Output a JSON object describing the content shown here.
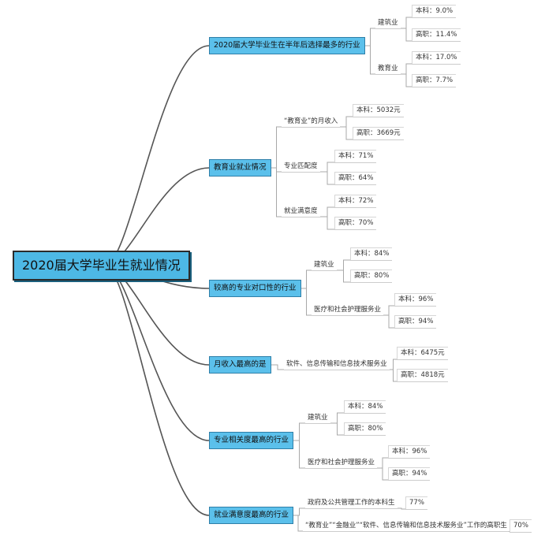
{
  "root": "2020届大学毕业生就业情况",
  "branches": [
    {
      "label": "2020届大学毕业生在半年后选择最多的行业",
      "children": [
        {
          "label": "建筑业",
          "children": [
            {
              "label": "本科：9.0%"
            },
            {
              "label": "高职：11.4%"
            }
          ]
        },
        {
          "label": "教育业",
          "children": [
            {
              "label": "本科：17.0%"
            },
            {
              "label": "高职：7.7%"
            }
          ]
        }
      ]
    },
    {
      "label": "教育业就业情况",
      "children": [
        {
          "label": "“教育业”的月收入",
          "children": [
            {
              "label": "本科：5032元"
            },
            {
              "label": "高职：3669元"
            }
          ]
        },
        {
          "label": "专业匹配度",
          "children": [
            {
              "label": "本科：71%"
            },
            {
              "label": "高职：64%"
            }
          ]
        },
        {
          "label": "就业满意度",
          "children": [
            {
              "label": "本科：72%"
            },
            {
              "label": "高职：70%"
            }
          ]
        }
      ]
    },
    {
      "label": "较高的专业对口性的行业",
      "children": [
        {
          "label": "建筑业",
          "children": [
            {
              "label": "本科：84%"
            },
            {
              "label": "高职：80%"
            }
          ]
        },
        {
          "label": "医疗和社会护理服务业",
          "children": [
            {
              "label": "本科：96%"
            },
            {
              "label": "高职：94%"
            }
          ]
        }
      ]
    },
    {
      "label": "月收入最高的是",
      "children": [
        {
          "label": "软件、信息传输和信息技术服务业",
          "children": [
            {
              "label": "本科：6475元"
            },
            {
              "label": "高职：4818元"
            }
          ]
        }
      ]
    },
    {
      "label": "专业相关度最高的行业",
      "children": [
        {
          "label": "建筑业",
          "children": [
            {
              "label": "本科：84%"
            },
            {
              "label": "高职：80%"
            }
          ]
        },
        {
          "label": "医疗和社会护理服务业",
          "children": [
            {
              "label": "本科：96%"
            },
            {
              "label": "高职：94%"
            }
          ]
        }
      ]
    },
    {
      "label": "就业满意度最高的行业",
      "children": [
        {
          "label": "政府及公共管理工作的本科生",
          "children": [
            {
              "label": "77%"
            }
          ]
        },
        {
          "label": "“教育业”“金融业”“软件、信息传输和信息技术服务业”工作的高职生",
          "children": [
            {
              "label": "70%"
            }
          ]
        }
      ]
    }
  ]
}
